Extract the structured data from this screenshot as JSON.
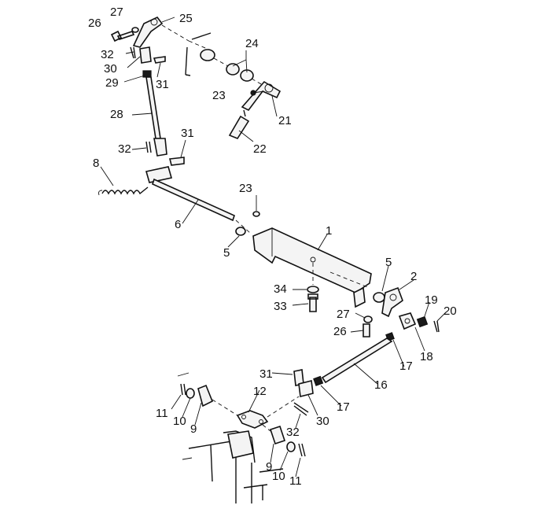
{
  "callouts": {
    "c1": "1",
    "c2": "2",
    "c5a": "5",
    "c5b": "5",
    "c6": "6",
    "c8": "8",
    "c9a": "9",
    "c9b": "9",
    "c10a": "10",
    "c10b": "10",
    "c11a": "11",
    "c11b": "11",
    "c12": "12",
    "c16": "16",
    "c17a": "17",
    "c17b": "17",
    "c18": "18",
    "c19": "19",
    "c20": "20",
    "c21": "21",
    "c22": "22",
    "c23a": "23",
    "c23b": "23",
    "c24": "24",
    "c25": "25",
    "c26a": "26",
    "c26b": "26",
    "c27a": "27",
    "c27b": "27",
    "c28": "28",
    "c29": "29",
    "c30a": "30",
    "c30b": "30",
    "c31a": "31",
    "c31b": "31",
    "c31c": "31",
    "c32a": "32",
    "c32b": "32",
    "c32c": "32",
    "c33": "33",
    "c34": "34"
  }
}
